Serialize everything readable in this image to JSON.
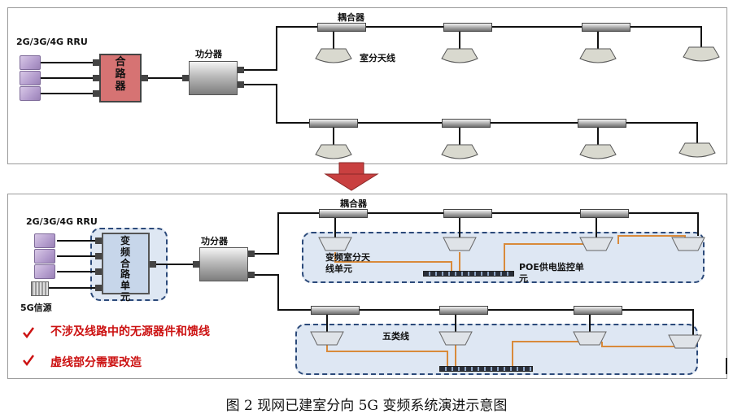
{
  "top": {
    "rru_label": "2G/3G/4G  RRU",
    "combiner_label": "合路器",
    "divider_label": "功分器",
    "coupler_label": "耦合器",
    "antenna_label": "室分天线"
  },
  "bottom": {
    "rru_label": "2G/3G/4G  RRU",
    "freq_combiner_label": "变频合路单元",
    "divider_label": "功分器",
    "coupler_label": "耦合器",
    "source_5g_label": "5G信源",
    "fc_antenna_label": "变频室分天线单元",
    "poe_label": "POE供电监控单元",
    "cat5_label": "五类线",
    "notes": [
      "不涉及线路中的无源器件和馈线",
      "虚线部分需要改造"
    ]
  },
  "caption": "图 2  现网已建室分向 5G 变频系统演进示意图",
  "colors": {
    "note_red": "#cc1111",
    "arrow": "#c94040",
    "dashed": "#2c4a7a"
  }
}
